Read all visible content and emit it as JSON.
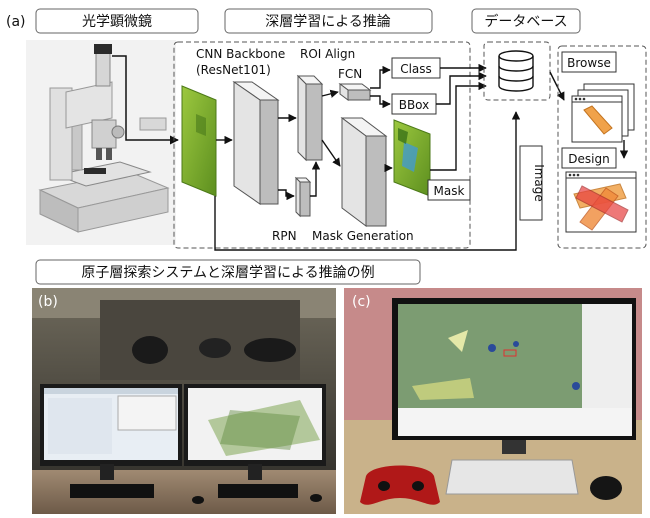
{
  "figure": {
    "panel_a": "(a)",
    "panel_b": "(b)",
    "panel_c": "(c)",
    "microscope_title": "光学顕微鏡",
    "dl_title": "深層学習による推論",
    "database_title": "データベース",
    "example_title": "原子層探索システムと深層学習による推論の例"
  },
  "network": {
    "cnn_backbone": "CNN Backbone",
    "resnet": "(ResNet101)",
    "roi_align": "ROI Align",
    "fcn": "FCN",
    "class": "Class",
    "bbox": "BBox",
    "mask": "Mask",
    "rpn": "RPN",
    "mask_generation": "Mask Generation",
    "image": "Image"
  },
  "database_panel": {
    "browse": "Browse",
    "design": "Design"
  },
  "colors": {
    "flake_green": "#8fbf3a",
    "flake_dark": "#6a9a22",
    "browse_orange": "#f0a24a",
    "design_red": "#e84040",
    "block_fill": "#e6e6e6",
    "block_side": "#bdbdbd"
  }
}
